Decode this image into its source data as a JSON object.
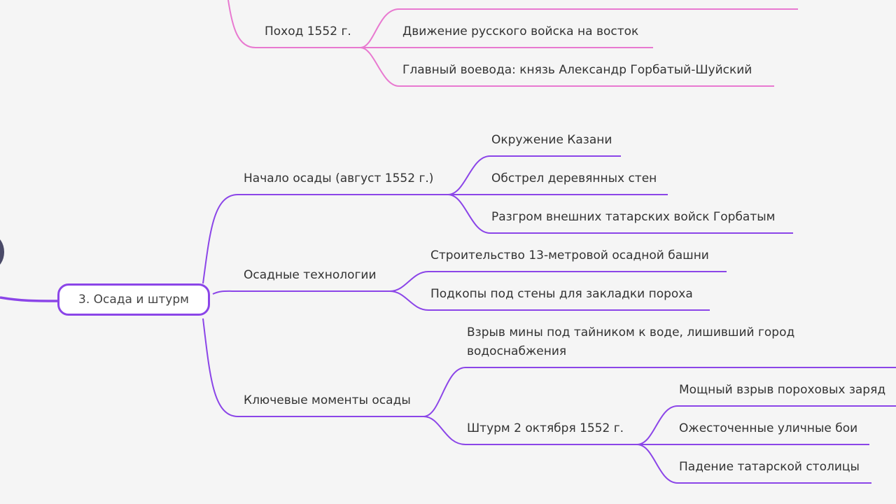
{
  "colors": {
    "background": "#f5f5f5",
    "branch_purple": "#8b45e8",
    "branch_pink": "#e879d0",
    "text": "#333333",
    "root_node": "#4a4a68"
  },
  "mindmap": {
    "top_branch": {
      "node": "Поход 1552 г.",
      "children": [
        "Движение русского войска на восток",
        "Главный воевода: князь Александр Горбатый-Шуйский"
      ]
    },
    "section": {
      "title": "3. Осада и штурм",
      "children": [
        {
          "label": "Начало осады (август 1552 г.)",
          "children": [
            "Окружение Казани",
            "Обстрел деревянных стен",
            "Разгром внешних татарских войск Горбатым"
          ]
        },
        {
          "label": "Осадные технологии",
          "children": [
            "Строительство 13-метровой осадной башни",
            "Подкопы под стены для закладки пороха"
          ]
        },
        {
          "label": "Ключевые моменты осады",
          "children": [
            {
              "label_line1": "Взрыв мины под тайником к воде, лишивший город",
              "label_line2": "водоснабжения"
            },
            {
              "label": "Штурм 2 октября 1552 г.",
              "children": [
                "Мощный взрыв пороховых заряд",
                "Ожесточенные уличные бои",
                "Падение татарской столицы"
              ]
            }
          ]
        }
      ]
    }
  }
}
